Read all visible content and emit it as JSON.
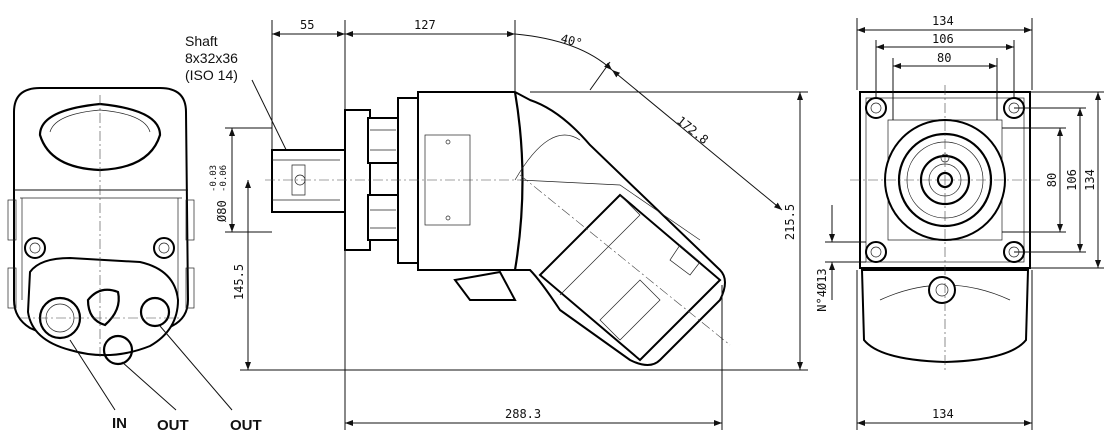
{
  "shaft": {
    "line1": "Shaft",
    "line2": "8x32x36",
    "line3": "(ISO 14)"
  },
  "ports": {
    "in": "IN",
    "out1": "OUT",
    "out2": "OUT"
  },
  "side_view": {
    "dim_55": "55",
    "dim_127": "127",
    "dim_angle": "40°",
    "dim_172": "172.8",
    "dim_215": "215.5",
    "dim_145": "145.5",
    "dim_288": "288.3",
    "dim_dia_main": "Ø80",
    "dim_dia_tol_upper": "-0.03",
    "dim_dia_tol_lower": "-0.06"
  },
  "front_view": {
    "dim_top_134": "134",
    "dim_top_106": "106",
    "dim_top_80": "80",
    "dim_right_80": "80",
    "dim_right_106": "106",
    "dim_right_134": "134",
    "dim_holes": "N°4Ø13",
    "dim_bottom_134": "134"
  }
}
